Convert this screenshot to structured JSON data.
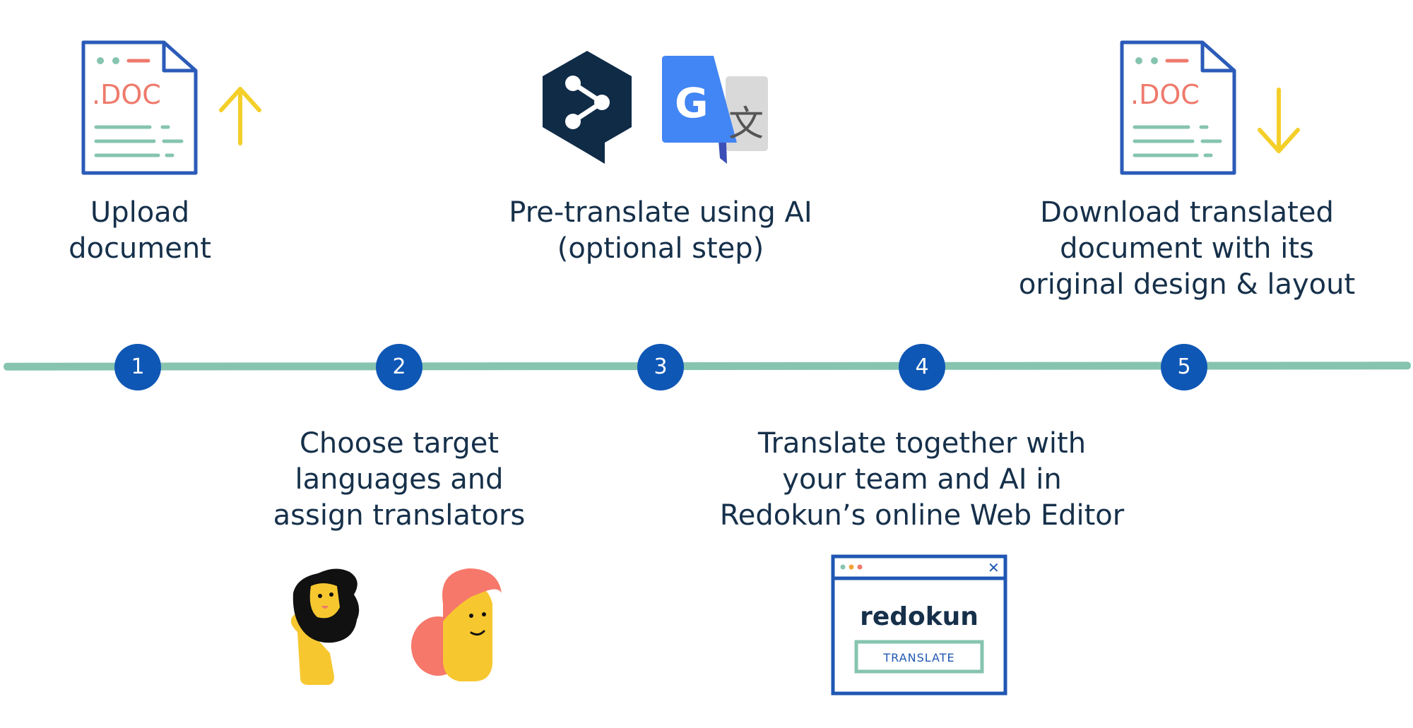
{
  "colors": {
    "timeline": "#86c4b0",
    "step_circle": "#0f57b5",
    "text": "#16304a",
    "doc_outline": "#2b5bb8",
    "doc_label": "#ee7a6c",
    "arrow": "#f4cf2a",
    "deepl": "#0f2b46",
    "google_blue": "#4285f4",
    "google_grey": "#d9d9d9"
  },
  "steps": [
    {
      "number": "1",
      "lines": [
        "Upload",
        "document"
      ],
      "icon": "upload-document-icon"
    },
    {
      "number": "2",
      "lines": [
        "Choose target",
        "languages and",
        "assign translators"
      ],
      "icon": "translators-illustration"
    },
    {
      "number": "3",
      "lines": [
        "Pre-translate using AI",
        "(optional step)"
      ],
      "icon": "ai-translate-logos"
    },
    {
      "number": "4",
      "lines": [
        "Translate together with",
        "your team and AI in",
        "Redokun’s online Web Editor"
      ],
      "icon": "web-editor-illustration"
    },
    {
      "number": "5",
      "lines": [
        "Download translated",
        "document with its",
        "original design & layout"
      ],
      "icon": "download-document-icon"
    }
  ],
  "doc_label": ".DOC",
  "google_logo_letter": "G",
  "google_translate_glyph": "文",
  "web_editor": {
    "brand": "redokun",
    "button": "TRANSLATE",
    "close": "✕"
  }
}
